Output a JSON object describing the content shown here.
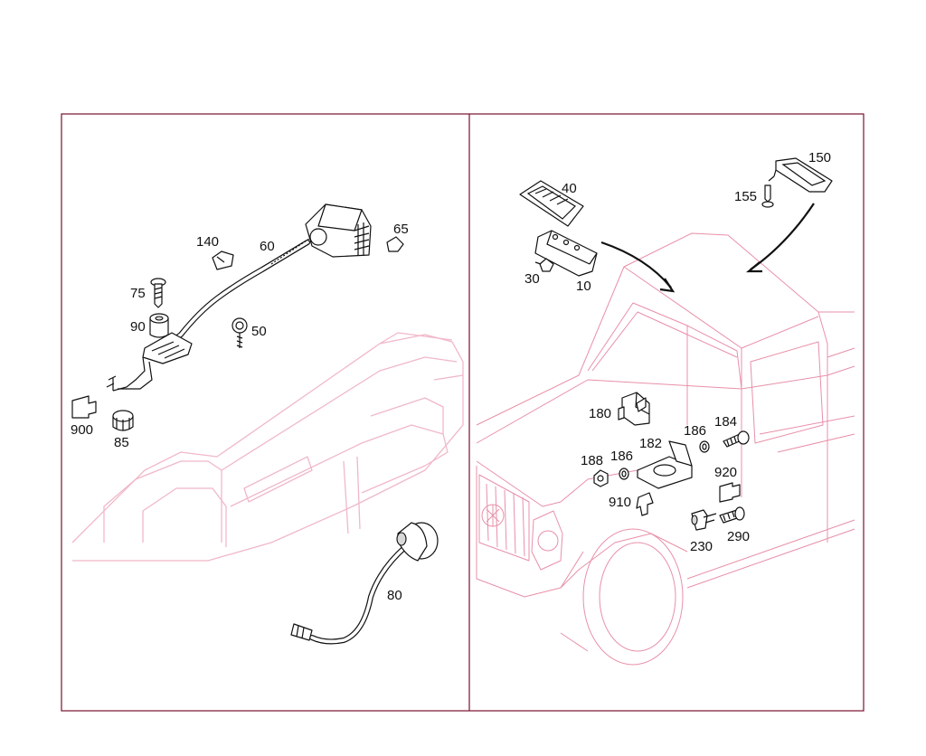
{
  "diagram": {
    "left_panel": {
      "callouts": [
        "140",
        "60",
        "65",
        "75",
        "90",
        "50",
        "900",
        "85",
        "80"
      ]
    },
    "right_panel": {
      "callouts": [
        "40",
        "150",
        "155",
        "30",
        "10",
        "180",
        "186",
        "184",
        "188",
        "186",
        "182",
        "920",
        "910",
        "230",
        "290"
      ]
    }
  }
}
